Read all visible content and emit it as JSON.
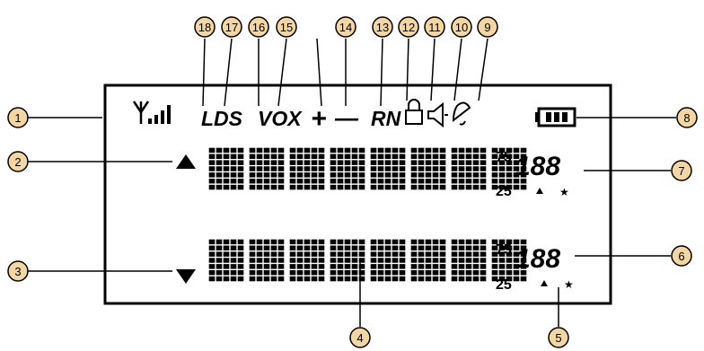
{
  "callouts": [
    "1",
    "2",
    "3",
    "4",
    "5",
    "6",
    "7",
    "8",
    "9",
    "10",
    "11",
    "12",
    "13",
    "14",
    "15",
    "16",
    "17",
    "18"
  ],
  "colors": {
    "callout_fill": "#f3d6a3",
    "callout_stroke": "#000000",
    "ink": "#000000"
  },
  "lcd": {
    "labels": {
      "lds": "LDS",
      "vox": "VOX",
      "plus": "+",
      "minus": "—",
      "rn": "RN"
    },
    "rows": [
      {
        "scale_top": "75",
        "scale_bottom": "25",
        "digits": "188"
      },
      {
        "scale_top": "75",
        "scale_bottom": "25",
        "digits": "188"
      }
    ],
    "icons": [
      "antenna-icon",
      "signal-bars-icon",
      "lock-icon",
      "speaker-icon",
      "bell-icon",
      "battery-icon",
      "up-arrow-icon",
      "down-arrow-icon",
      "star-icon"
    ]
  }
}
